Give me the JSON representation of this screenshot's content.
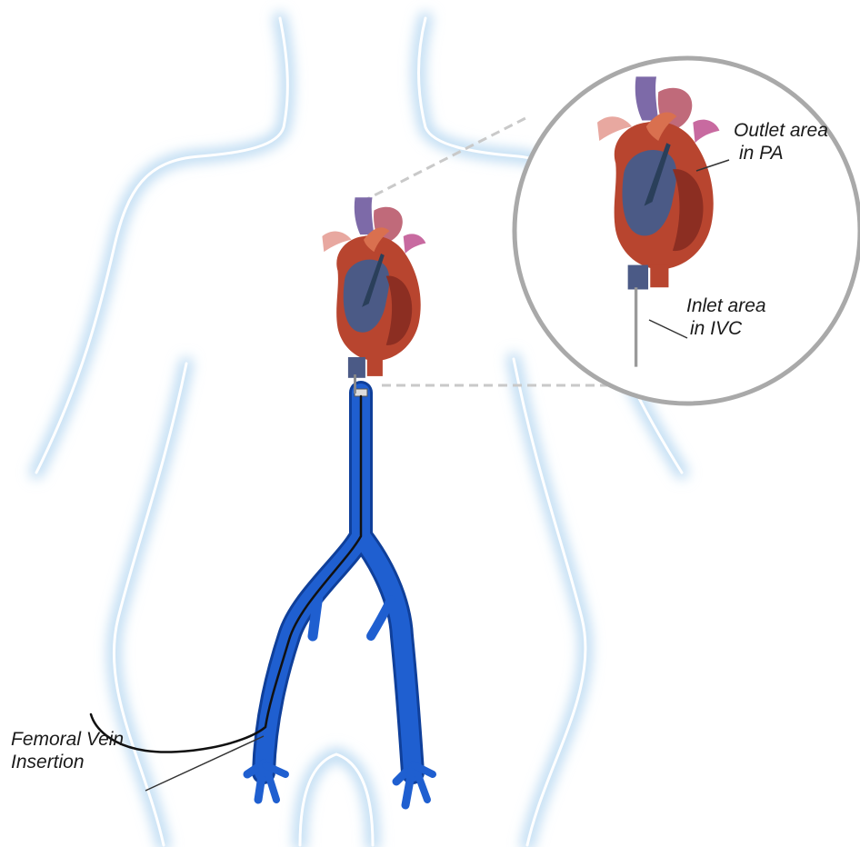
{
  "labels": {
    "outlet_line1": "Outlet area",
    "outlet_line2": "in PA",
    "inlet_line1": "Inlet area",
    "inlet_line2": "in IVC",
    "femoral_line1": "Femoral Vein",
    "femoral_line2": "Insertion"
  },
  "colors": {
    "body_outline_glow": "#b9d9f2",
    "body_outline_core": "#ffffff",
    "vein": "#1f5fd0",
    "vein_dark": "#0f3f9a",
    "catheter": "#111111",
    "heart_red": "#b8452f",
    "heart_dark": "#7a2518",
    "heart_blue": "#4b5a86",
    "vessel_purple": "#7d6aa8",
    "magnifier_circle": "#a9a9a9",
    "dashed_connector": "#c9c9c9"
  },
  "icons": {
    "body": "human-torso-outline",
    "heart": "heart-cutaway-illustration",
    "vein": "inferior-vena-cava-branching-vein"
  }
}
